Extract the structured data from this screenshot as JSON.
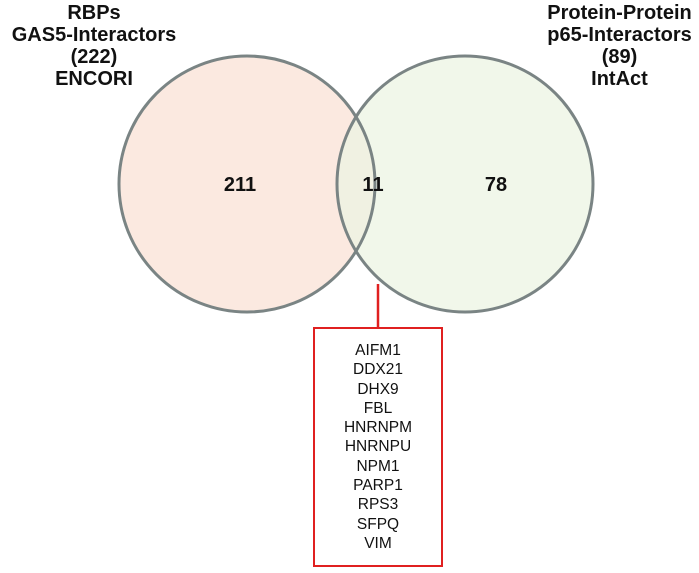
{
  "left_set": {
    "label_lines": [
      "RBPs",
      "GAS5-Interactors",
      "(222)",
      "ENCORI"
    ],
    "fill": "#fbe9e0",
    "stroke": "#7a8484"
  },
  "right_set": {
    "label_lines": [
      "Protein-Protein",
      "p65-Interactors",
      "(89)",
      "IntAct"
    ],
    "fill": "#ebf4e2",
    "stroke": "#7a8484"
  },
  "counts": {
    "left_only": "211",
    "intersection": "11",
    "right_only": "78"
  },
  "intersection_box": {
    "border_color": "#e02020",
    "genes": [
      "AIFM1",
      "DDX21",
      "DHX9",
      "FBL",
      "HNRNPM",
      "HNRNPU",
      "NPM1",
      "PARP1",
      "RPS3",
      "SFPQ",
      "VIM"
    ]
  }
}
